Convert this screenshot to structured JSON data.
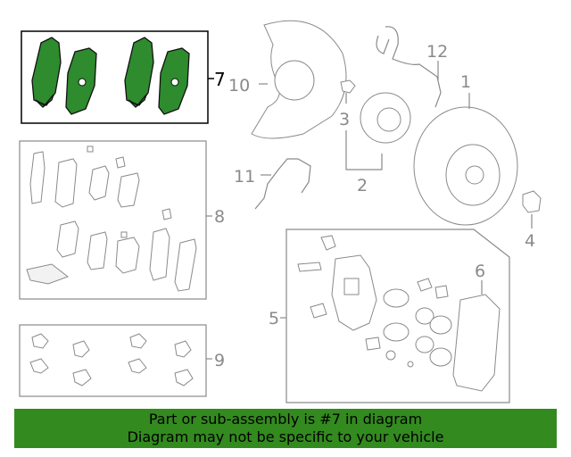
{
  "callouts": {
    "c1": "1",
    "c2": "2",
    "c3": "3",
    "c4": "4",
    "c5": "5",
    "c6": "6",
    "c7": "7",
    "c8": "8",
    "c9": "9",
    "c10": "10",
    "c11": "11",
    "c12": "12"
  },
  "banner": {
    "line1": "Part or sub-assembly is #7 in diagram",
    "line2": "Diagram may not be specific to your vehicle"
  },
  "colors": {
    "highlight_green": "#2e8b2e",
    "banner_green": "#338a1f",
    "line_gray": "#8a8a8a"
  }
}
